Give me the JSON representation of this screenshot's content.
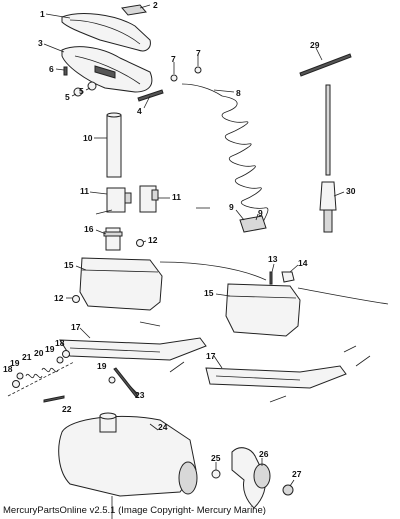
{
  "callouts": {
    "c1": "1",
    "c2": "2",
    "c3": "3",
    "c4": "4",
    "c5a": "5",
    "c5b": "5",
    "c6": "6",
    "c7a": "7",
    "c7b": "7",
    "c8": "8",
    "c9a": "9",
    "c9b": "9",
    "c10": "10",
    "c11a": "11",
    "c11b": "11",
    "c12a": "12",
    "c12b": "12",
    "c13": "13",
    "c14": "14",
    "c15a": "15",
    "c15b": "15",
    "c16": "16",
    "c17a": "17",
    "c17b": "17",
    "c18a": "18",
    "c18b": "18",
    "c19a": "19",
    "c19b": "19",
    "c19c": "19",
    "c20": "20",
    "c21": "21",
    "c22": "22",
    "c23": "23",
    "c24": "24",
    "c25": "25",
    "c26": "26",
    "c27": "27",
    "c29": "29",
    "c30": "30"
  },
  "caption": "MercuryPartsOnline v2.5.1 (Image Copyright- Mercury Marine)"
}
